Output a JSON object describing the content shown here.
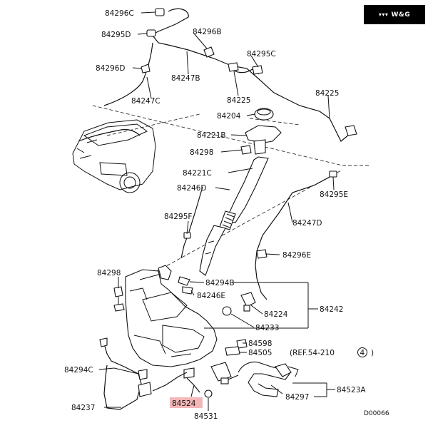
{
  "logo": {
    "mark": "▾▾▾",
    "text": "W&G"
  },
  "labels": {
    "84296C": "84296C",
    "84295D": "84295D",
    "84296B": "84296B",
    "84295C": "84295C",
    "84296D": "84296D",
    "84247B": "84247B",
    "84225a": "84225",
    "84225b": "84225",
    "84247C": "84247C",
    "84204": "84204",
    "84221B": "84221B",
    "84298a": "84298",
    "84221C": "84221C",
    "84246D": "84246D",
    "84295E": "84295E",
    "84295F": "84295F",
    "84247D": "84247D",
    "84296E": "84296E",
    "84298b": "84298",
    "84294B": "84294B",
    "84246E": "84246E",
    "84224": "84224",
    "84242": "84242",
    "84233": "84233",
    "84598": "84598",
    "84505": "84505",
    "ref": "(REF.54-210",
    "ref_num": "4",
    "ref_close": ")",
    "84294C": "84294C",
    "84523A": "84523A",
    "84297": "84297",
    "84237": "84237",
    "84524": "84524",
    "84531": "84531",
    "code": "D00066"
  },
  "colors": {
    "highlight": "#f4b6b6",
    "ink": "#111111"
  }
}
